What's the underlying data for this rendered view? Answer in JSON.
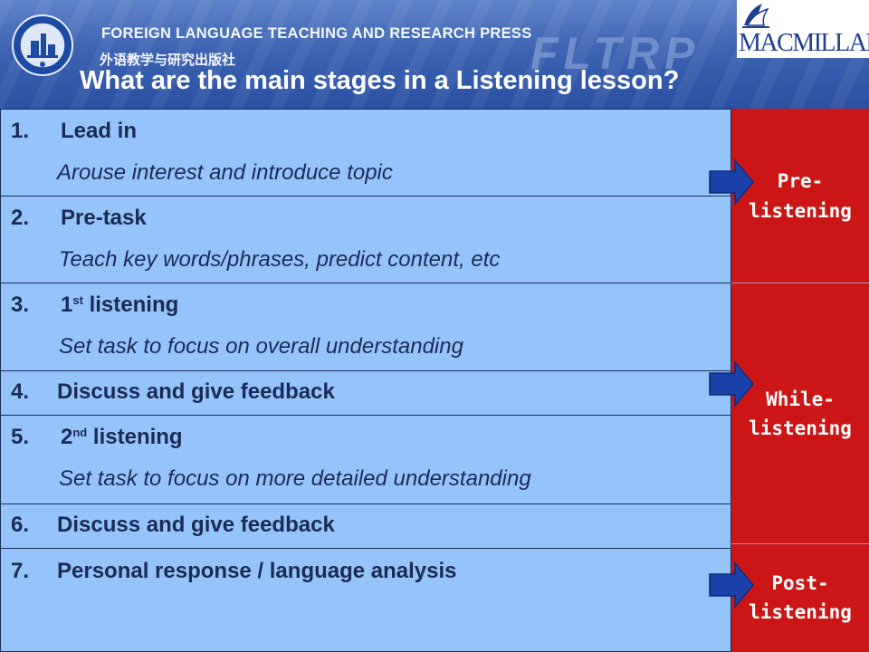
{
  "header": {
    "publisher_en": "FOREIGN LANGUAGE TEACHING AND RESEARCH PRESS",
    "publisher_cn": "外语教学与研究出版社",
    "brand_mark": "FLTRP",
    "partner": "MACMILLAN",
    "title": "What are the main stages in a Listening lesson?"
  },
  "stages": [
    {
      "number": "1.",
      "title": "Lead in",
      "description": "Arouse interest and introduce topic"
    },
    {
      "number": "2.",
      "title": "Pre-task",
      "description": "Teach key words/phrases, predict content, etc"
    },
    {
      "number": "3.",
      "title_prefix": "1",
      "title_sup": "st",
      "title_suffix": " listening",
      "description": "Set task to focus on overall understanding"
    },
    {
      "number": "4.",
      "title": "Discuss and give feedback"
    },
    {
      "number": "5.",
      "title_prefix": "2",
      "title_sup": "nd",
      "title_suffix": " listening",
      "description": "Set task to focus on more detailed understanding"
    },
    {
      "number": "6.",
      "title": "Discuss and give feedback"
    },
    {
      "number": "7.",
      "title": "Personal response / language analysis"
    }
  ],
  "phases": [
    {
      "line1": "Pre-",
      "line2": "listening"
    },
    {
      "line1": "While-",
      "line2": "listening"
    },
    {
      "line1": "Post-",
      "line2": "listening"
    }
  ],
  "colors": {
    "header_blue": "#3d63b2",
    "table_fill": "#95c4fa",
    "phase_red": "#cc1616",
    "arrow_blue": "#1b40a8",
    "text_dark": "#1c2a57"
  },
  "icons": [
    "fltrp-seal-logo",
    "macmillan-logo",
    "right-arrow-icon"
  ]
}
